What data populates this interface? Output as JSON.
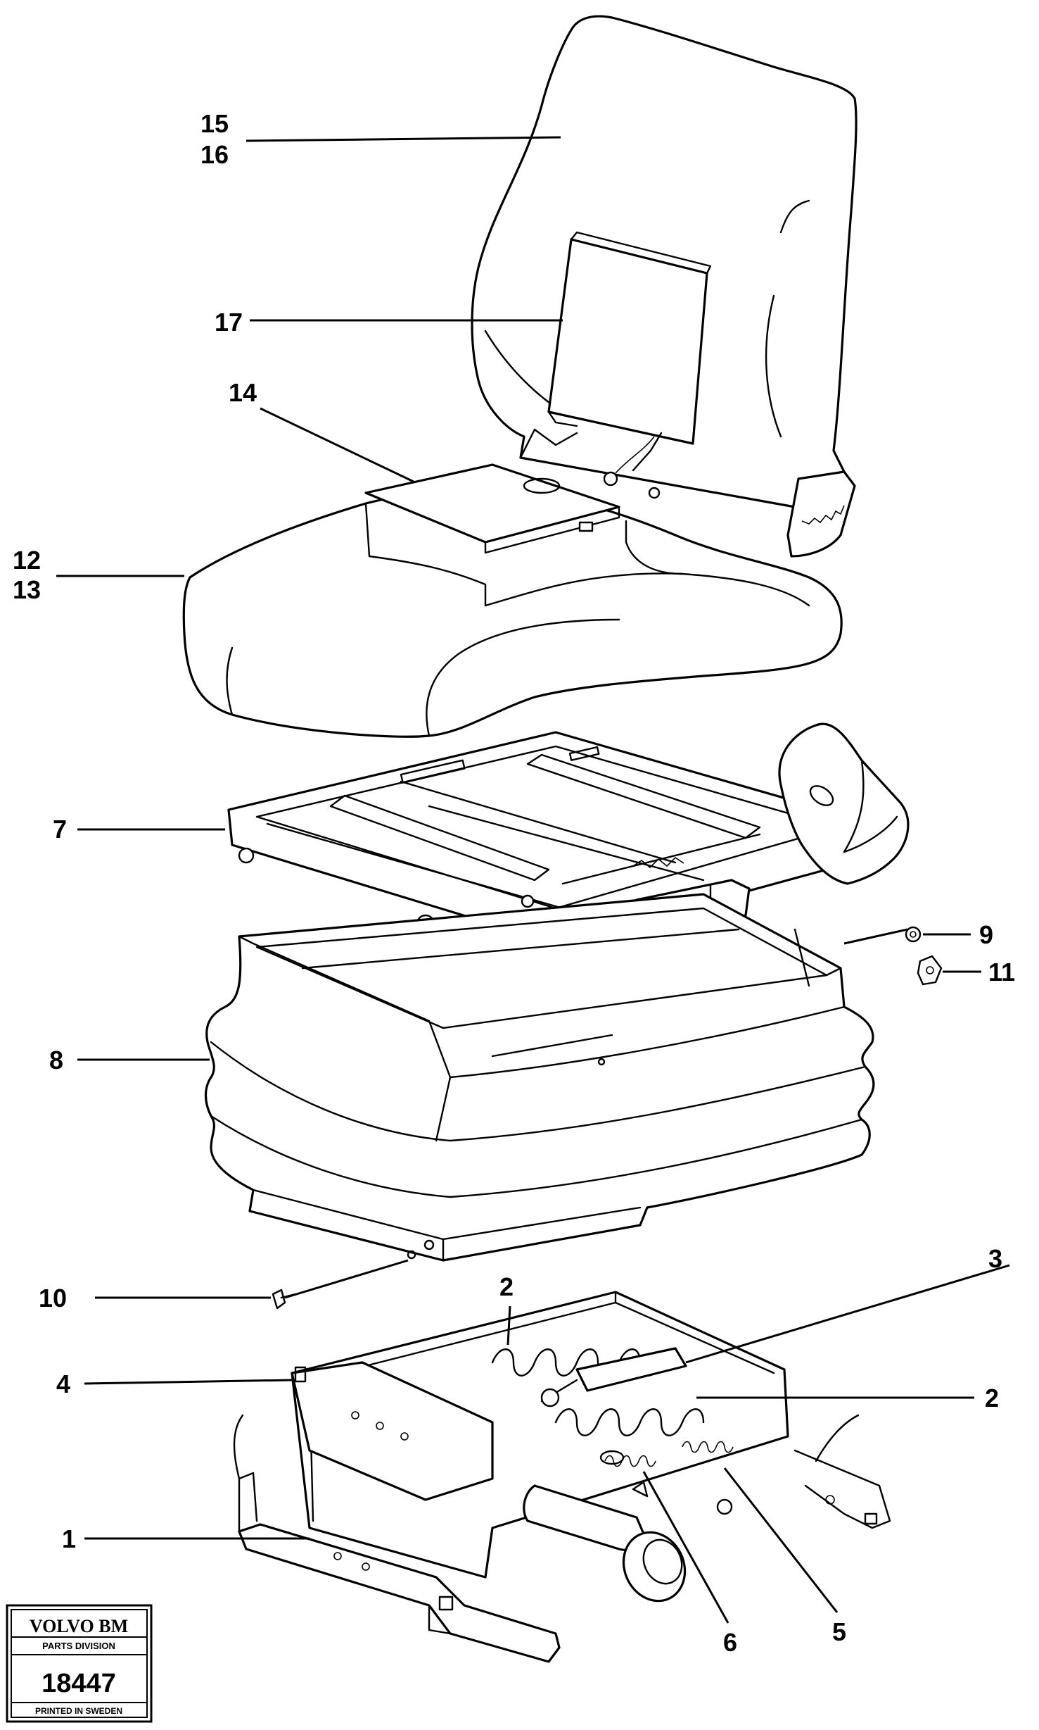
{
  "callouts": [
    {
      "id": "15",
      "text": "15"
    },
    {
      "id": "16",
      "text": "16"
    },
    {
      "id": "17",
      "text": "17"
    },
    {
      "id": "14",
      "text": "14"
    },
    {
      "id": "12",
      "text": "12"
    },
    {
      "id": "13",
      "text": "13"
    },
    {
      "id": "7",
      "text": "7"
    },
    {
      "id": "9",
      "text": "9"
    },
    {
      "id": "11",
      "text": "11"
    },
    {
      "id": "8",
      "text": "8"
    },
    {
      "id": "10",
      "text": "10"
    },
    {
      "id": "3",
      "text": "3"
    },
    {
      "id": "2a",
      "text": "2"
    },
    {
      "id": "2b",
      "text": "2"
    },
    {
      "id": "4",
      "text": "4"
    },
    {
      "id": "1",
      "text": "1"
    },
    {
      "id": "6",
      "text": "6"
    },
    {
      "id": "5",
      "text": "5"
    }
  ],
  "stamp": {
    "brand": "VOLVO BM",
    "division": "PARTS DIVISION",
    "number": "18447",
    "footer": "PRINTED IN SWEDEN"
  }
}
